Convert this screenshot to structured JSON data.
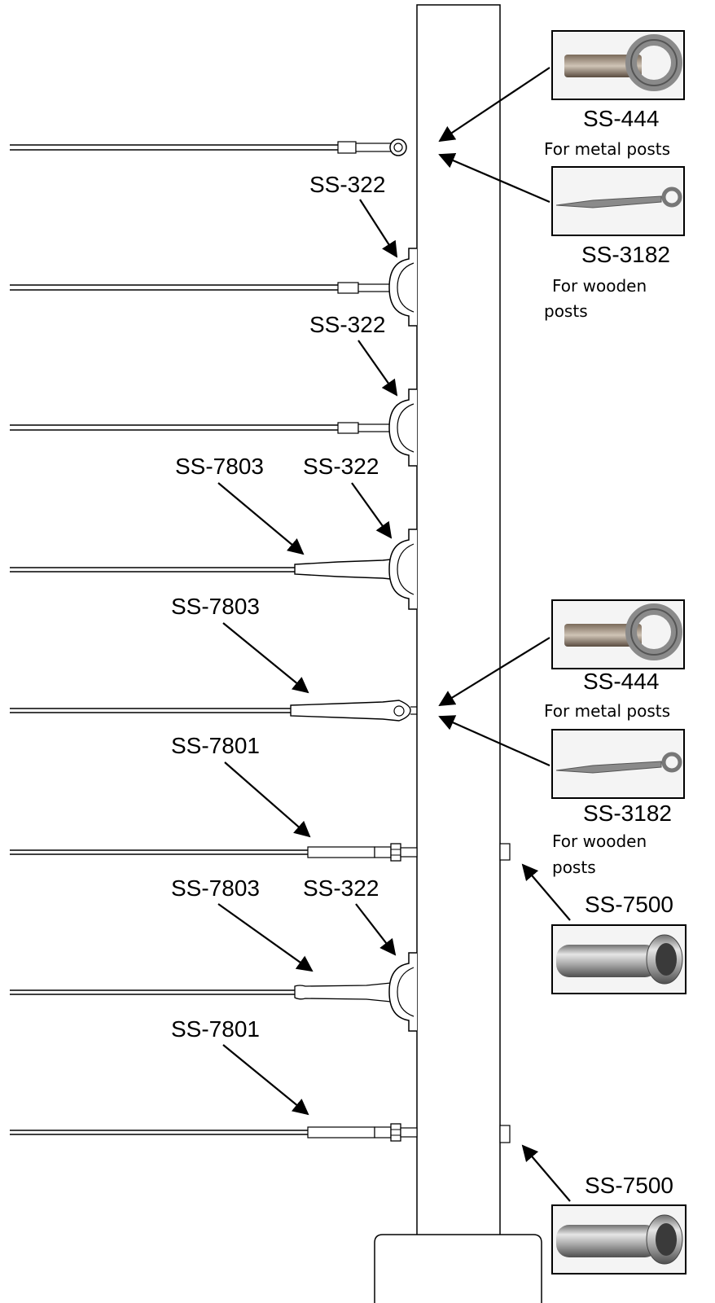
{
  "labels": {
    "ss444_a": "SS-444",
    "metal_a": "For metal posts",
    "ss3182_a": "SS-3182",
    "wooden_a_1": "For wooden",
    "wooden_a_2": "posts",
    "ss322_1": "SS-322",
    "ss322_2": "SS-322",
    "ss7803_1": "SS-7803",
    "ss322_3": "SS-322",
    "ss7803_2": "SS-7803",
    "ss444_b": "SS-444",
    "metal_b": "For metal posts",
    "ss3182_b": "SS-3182",
    "wooden_b_1": "For wooden",
    "wooden_b_2": "posts",
    "ss7801_1": "SS-7801",
    "ss7500_1": "SS-7500",
    "ss7803_3": "SS-7803",
    "ss322_4": "SS-322",
    "ss7801_2": "SS-7801",
    "ss7500_2": "SS-7500"
  },
  "part_photos": [
    "eye-bolt",
    "eye-screw",
    "eye-bolt",
    "eye-screw",
    "cap-nut",
    "cap-nut"
  ],
  "colors": {
    "line": "#000000",
    "photo_bg": "#f4f4f4",
    "metal": "#9a9a9a"
  }
}
